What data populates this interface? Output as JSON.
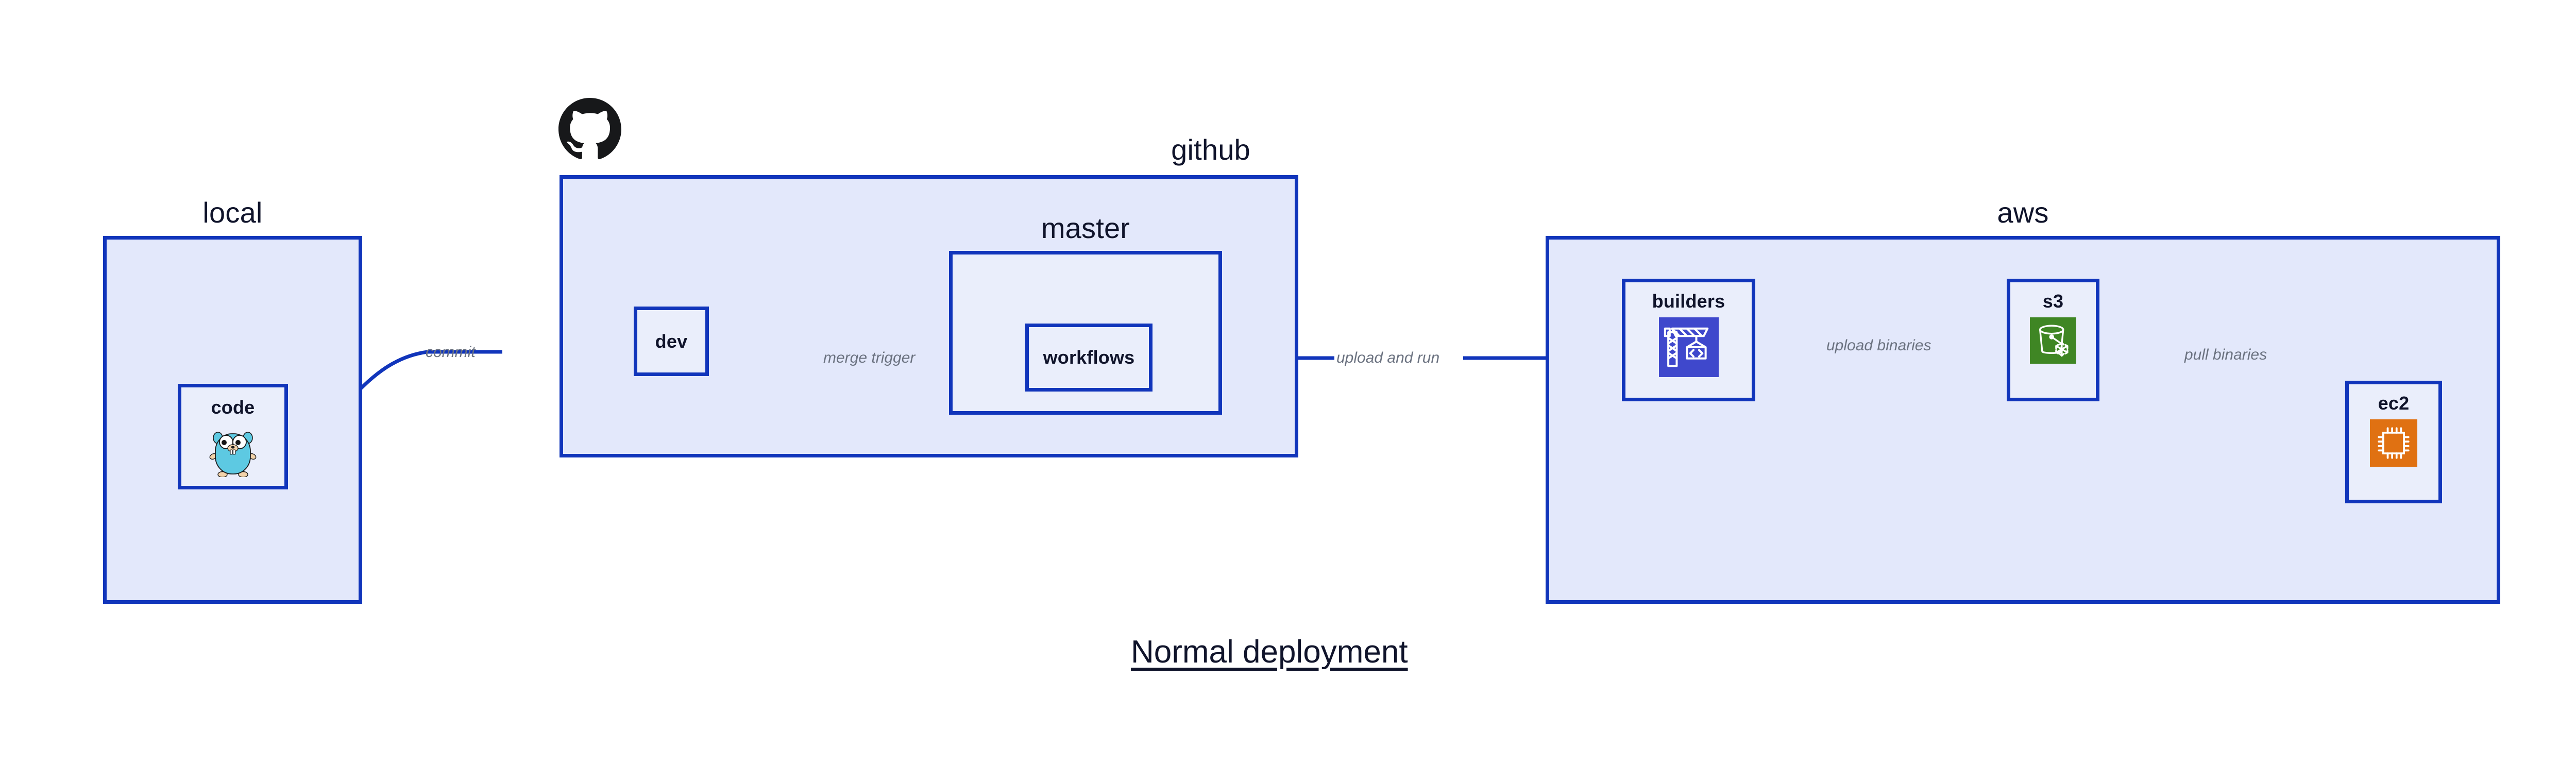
{
  "diagram": {
    "title": "Normal deployment",
    "groups": [
      {
        "id": "local",
        "label": "local"
      },
      {
        "id": "github",
        "label": "github"
      },
      {
        "id": "aws",
        "label": "aws"
      }
    ],
    "subgroups": [
      {
        "id": "master",
        "label": "master",
        "parent": "github"
      }
    ],
    "nodes": [
      {
        "id": "code",
        "label": "code",
        "parent": "local",
        "icon": "go-gopher-icon",
        "icon_color": "#5dc9e2"
      },
      {
        "id": "dev",
        "label": "dev",
        "parent": "github",
        "icon": "none",
        "icon_color": ""
      },
      {
        "id": "workflows",
        "label": "workflows",
        "parent": "master",
        "icon": "none",
        "icon_color": ""
      },
      {
        "id": "builders",
        "label": "builders",
        "parent": "aws",
        "icon": "aws-codebuild-icon",
        "icon_color": "#3f48cc"
      },
      {
        "id": "s3",
        "label": "s3",
        "parent": "aws",
        "icon": "aws-s3-glacier-icon",
        "icon_color": "#3f8624"
      },
      {
        "id": "ec2",
        "label": "ec2",
        "parent": "aws",
        "icon": "aws-ec2-chip-icon",
        "icon_color": "#e07112"
      }
    ],
    "edges": [
      {
        "id": "commit",
        "from": "code",
        "to": "dev",
        "label": "commit"
      },
      {
        "id": "merge-trigger",
        "from": "dev",
        "to": "workflows",
        "label": "merge trigger"
      },
      {
        "id": "upload-and-run",
        "from": "workflows",
        "to": "builders",
        "label": "upload and run"
      },
      {
        "id": "upload-binaries",
        "from": "builders",
        "to": "s3",
        "label": "upload binaries"
      },
      {
        "id": "pull-binaries",
        "from": "s3",
        "to": "ec2",
        "label": "pull binaries"
      }
    ],
    "logos": [
      {
        "id": "github-octocat",
        "name": "github-octocat-icon",
        "color": "#17181a"
      }
    ],
    "colors": {
      "group_fill": "#e3e8fb",
      "node_fill": "#eaeefb",
      "border": "#1135bb",
      "arrow": "#1135bb",
      "label_text": "#6b7280",
      "title_text": "#10142b",
      "background": "#ffffff"
    }
  }
}
